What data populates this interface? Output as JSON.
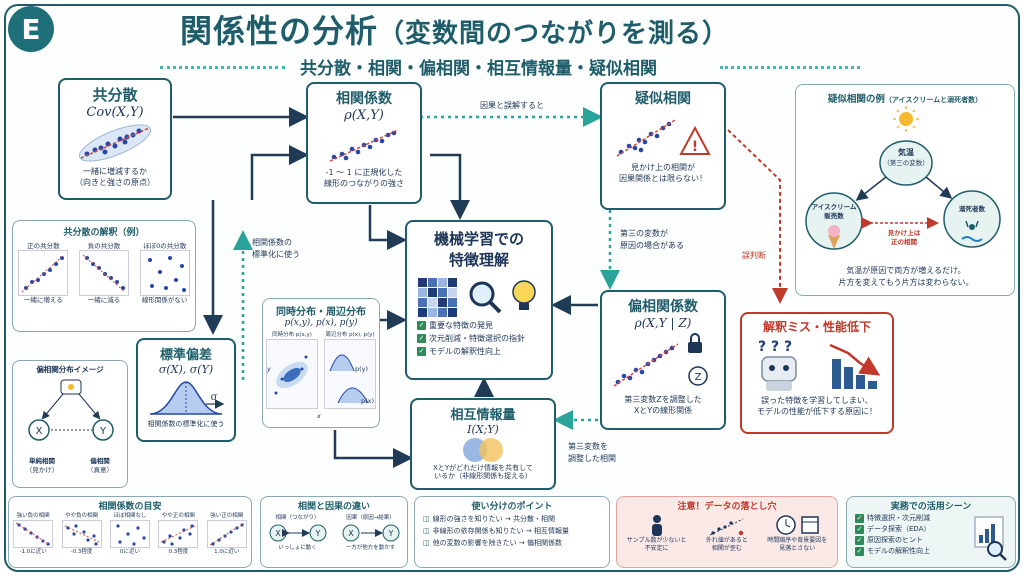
{
  "header": {
    "badge": "E",
    "title": "関係性の分析",
    "title_sub": "（変数間のつながりを測る）",
    "subtitle": "共分散・相関・偏相関・相互情報量・疑似相関"
  },
  "covariance": {
    "title": "共分散",
    "formula": "Cov(X,Y)",
    "desc1": "一緒に増減するか",
    "desc2": "（向きと強さの原点）"
  },
  "correlation": {
    "title": "相関係数",
    "formula": "ρ(X,Y)",
    "desc1": "-1 ～ 1 に正規化した",
    "desc2": "線形のつながりの強さ"
  },
  "spurious": {
    "title": "疑似相関",
    "desc1": "見かけ上の相関が",
    "desc2": "因果関係とは限らない！"
  },
  "arrow_labels": {
    "causal": "因果と誤解すると",
    "third_var1": "第三の変数が",
    "third_var2": "原因の場合がある",
    "misjudge": "誤判断",
    "std1": "相関係数の",
    "std2": "標準化に使う",
    "adjust1": "第三変数を",
    "adjust2": "調整した相関"
  },
  "spurious_example": {
    "title": "疑似相関の例",
    "title_sub": "（アイスクリームと溺死者数）",
    "temp": "気温",
    "temp_sub": "（第三の変数）",
    "ice1": "アイスクリーム",
    "ice2": "販売数",
    "drown": "溺死者数",
    "apparent1": "見かけ上は",
    "apparent2": "正の相関",
    "desc1": "気温が原因で両方が増えるだけ。",
    "desc2": "片方を変えてもう片方は変わらない。"
  },
  "cov_interp": {
    "title": "共分散の解釈（例）",
    "cols": [
      {
        "head": "正の共分散",
        "foot": "一緒に増える"
      },
      {
        "head": "負の共分散",
        "foot": "一緒に減る"
      },
      {
        "head": "ほぼ0の共分散",
        "foot": "線形関係がない"
      }
    ]
  },
  "ml": {
    "title1": "機械学習での",
    "title2": "特徴理解",
    "items": [
      "重要な特徴の発見",
      "次元削減・特徴選択の指針",
      "モデルの解釈性向上"
    ]
  },
  "partial": {
    "title": "偏相関係数",
    "formula": "ρ(X,Y | Z)",
    "desc1": "第三変数Zを調整した",
    "desc2": "XとYの線形関係",
    "z": "Z"
  },
  "misinterp": {
    "title": "解釈ミス・性能低下",
    "desc1": "誤った特徴を学習してしまい、",
    "desc2": "モデルの性能が低下する原因に！"
  },
  "joint": {
    "title": "同時分布・周辺分布",
    "formula": "p(x,y), p(x), p(y)",
    "left": "同時分布 p(x,y)",
    "right": "周辺分布 p(x), p(y)",
    "px": "p(x)",
    "py": "p(y)",
    "x": "x",
    "y": "y"
  },
  "std": {
    "title": "標準偏差",
    "formula": "σ(X), σ(Y)",
    "sigma": "σ",
    "desc": "相関係数の標準化に使う"
  },
  "partial_img": {
    "title": "偏相関分布イメージ",
    "x": "X",
    "y": "Y",
    "l1": "単純相関",
    "l1s": "（見かけ）",
    "l2": "偏相関",
    "l2s": "（真意）"
  },
  "mi": {
    "title": "相互情報量",
    "formula": "I(X;Y)",
    "desc1": "XとYがどれだけ情報を共有して",
    "desc2": "いるか（非線形関係も捉える）"
  },
  "bottom": {
    "guide": {
      "title": "相関係数の目安",
      "cols": [
        {
          "head": "強い負の相関",
          "foot": "-1.0に近い"
        },
        {
          "head": "やや負の相関",
          "foot": "-0.3程度"
        },
        {
          "head": "ほぼ相関なし",
          "foot": "0に近い"
        },
        {
          "head": "やや正の相関",
          "foot": "0.3程度"
        },
        {
          "head": "強い正の相関",
          "foot": "1.0に近い"
        }
      ]
    },
    "causal": {
      "title": "相関と因果の違い",
      "left_head": "相関（つながり）",
      "left_foot": "いっしょに動く",
      "right_head": "因果（原因→結果）",
      "right_foot": "一方が他方を動かす",
      "x": "X",
      "y": "Y"
    },
    "usage": {
      "title": "使い分けのポイント",
      "items": [
        "線形の強さを知りたい → 共分散・相関",
        "非線形の依存関係も知りたい → 相互情報量",
        "他の変数の影響を除きたい → 偏相関係数"
      ]
    },
    "pitfalls": {
      "title": "注意！データの落とし穴",
      "items": [
        {
          "l1": "サンプル数が少ないと",
          "l2": "不安定に"
        },
        {
          "l1": "外れ値があると",
          "l2": "相関が歪む"
        },
        {
          "l1": "時間順序や背景要因を",
          "l2": "見落とさない"
        }
      ]
    },
    "practice": {
      "title": "実務での活用シーン",
      "items": [
        "特徴選択・次元削減",
        "データ探索（EDA）",
        "原因探索のヒント",
        "モデルの解釈性向上"
      ]
    }
  },
  "colors": {
    "teal": "#1f5d6b",
    "accent": "#4bb3ad",
    "red": "#c0392b",
    "dot": "#2747a8"
  }
}
